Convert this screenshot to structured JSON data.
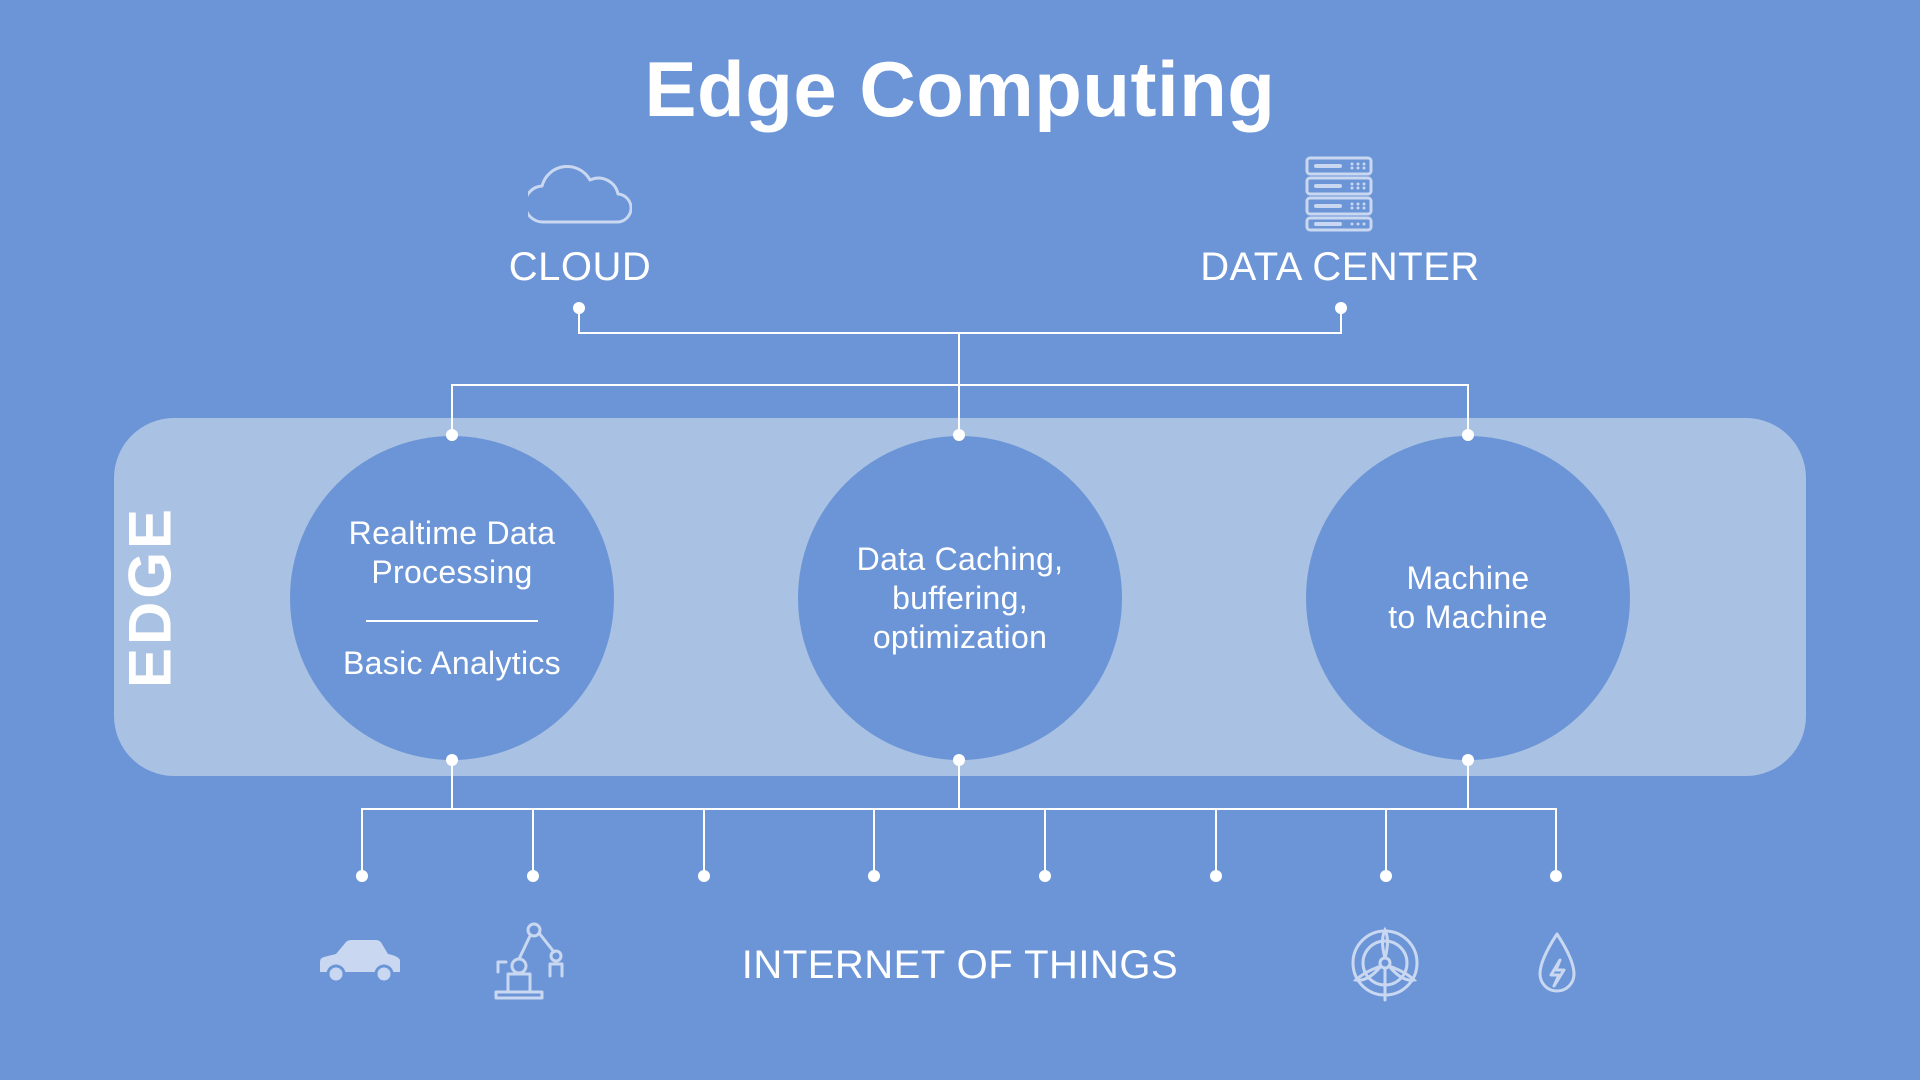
{
  "title": "Edge Computing",
  "top_nodes": {
    "cloud": {
      "label": "CLOUD",
      "icon": "cloud-icon"
    },
    "data_center": {
      "label": "DATA CENTER",
      "icon": "server-rack-icon"
    }
  },
  "edge": {
    "label": "EDGE",
    "functions": [
      {
        "lines": [
          "Realtime Data",
          "Processing"
        ],
        "secondary": "Basic Analytics"
      },
      {
        "lines": [
          "Data Caching,",
          "buffering,",
          "optimization"
        ]
      },
      {
        "lines": [
          "Machine",
          "to Machine"
        ]
      }
    ]
  },
  "iot": {
    "label": "INTERNET OF THINGS",
    "device_count": 8,
    "icons": [
      "car-icon",
      "robotic-arm-icon",
      "wind-turbine-icon",
      "water-drop-energy-icon"
    ]
  },
  "colors": {
    "background": "#6b95d7",
    "edge_band": "#a9c1e3",
    "lines": "#ffffff",
    "icons": "#c9d8f0"
  }
}
